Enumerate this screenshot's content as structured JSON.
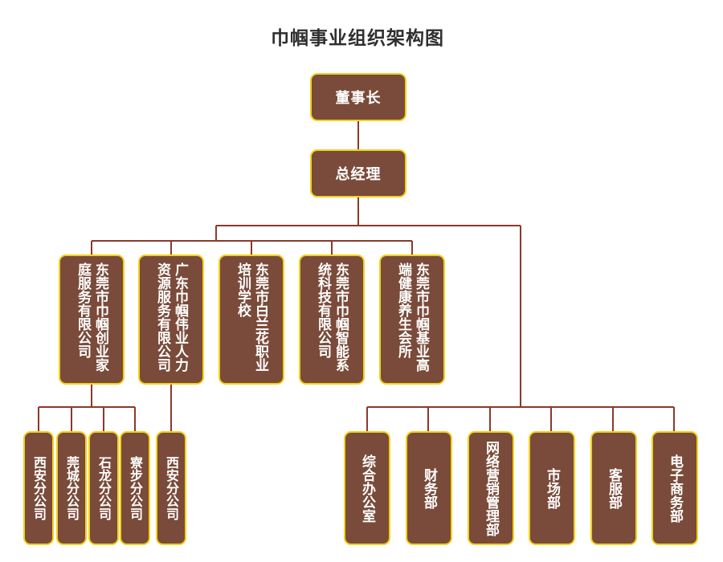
{
  "title": "巾帼事业组织架构图",
  "line_color": "#8a3a2a",
  "node_fill": "#7a4b3a",
  "node_border": "#f2d21a",
  "chairman": "董事长",
  "gm": "总经理",
  "companies": [
    "东莞市巾帼创业家庭服务有限公司",
    "广东巾帼伟业人力资源服务有限公司",
    "东莞市白兰花职业培训学校",
    "东莞市巾帼智能系统科技有限公司",
    "东莞市巾帼基业高端健康养生会所"
  ],
  "branches_a": [
    "西安分公司",
    "莞城分公司",
    "石龙分公司",
    "寮步分公司"
  ],
  "branches_b": [
    "西安分公司"
  ],
  "departments": [
    "综合办公室",
    "财务部",
    "网络营销管理部",
    "市场部",
    "客服部",
    "电子商务部"
  ]
}
